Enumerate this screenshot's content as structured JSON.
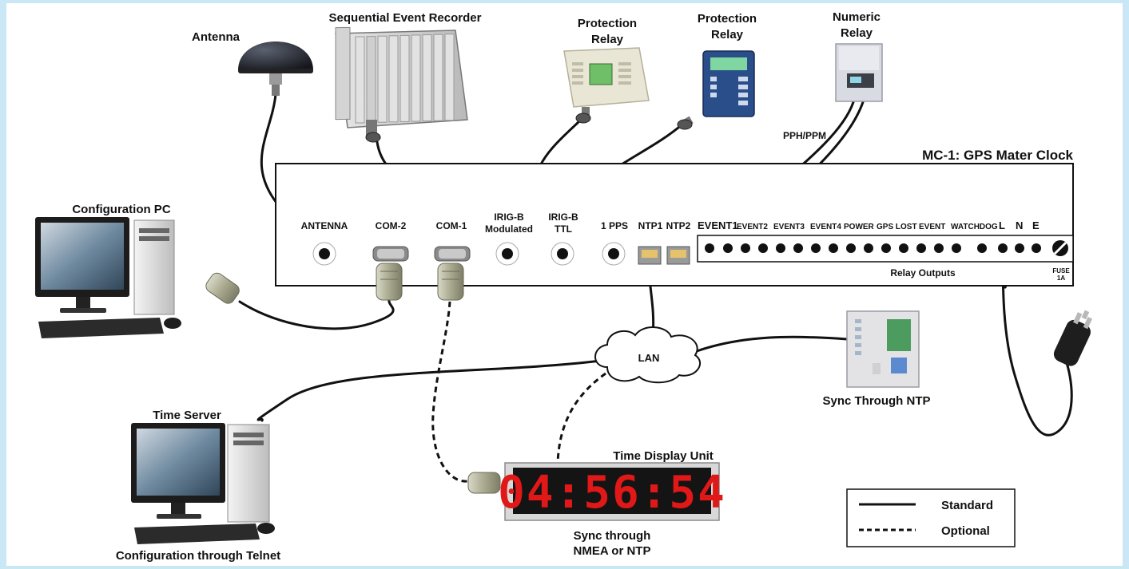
{
  "devices": {
    "antenna": "Antenna",
    "ser": "Sequential Event Recorder",
    "protection_relay_1": [
      "Protection",
      "Relay"
    ],
    "protection_relay_2": [
      "Protection",
      "Relay"
    ],
    "numeric_relay": [
      "Numeric",
      "Relay"
    ],
    "config_pc": "Configuration PC",
    "time_server": "Time Server",
    "time_server_caption": "Configuration through Telnet",
    "time_display": "Time Display Unit",
    "time_display_value": "04:56:54",
    "time_display_caption": [
      "Sync through",
      "NMEA or NTP"
    ],
    "ntp_relay_caption": "Sync Through NTP",
    "lan": "LAN",
    "pph_ppm": "PPH/PPM"
  },
  "clock": {
    "title": "MC-1: GPS Mater Clock",
    "ports": {
      "antenna": "ANTENNA",
      "com2": "COM-2",
      "com1": "COM-1",
      "irig_mod": [
        "IRIG-B",
        "Modulated"
      ],
      "irig_ttl": [
        "IRIG-B",
        "TTL"
      ],
      "pps": "1 PPS",
      "ntp1": "NTP1",
      "ntp2": "NTP2"
    },
    "terminals": {
      "event1": "EVENT1",
      "event2": "EVENT2",
      "event3": "EVENT3",
      "event4": "EVENT4",
      "power": "POWER",
      "gps_lost": "GPS LOST",
      "event": "EVENT",
      "watchdog": "WATCHDOG",
      "l": "L",
      "n": "N",
      "e": "E"
    },
    "relay_outputs": "Relay Outputs",
    "fuse": [
      "FUSE",
      "1A"
    ]
  },
  "legend": {
    "standard": "Standard",
    "optional": "Optional"
  }
}
